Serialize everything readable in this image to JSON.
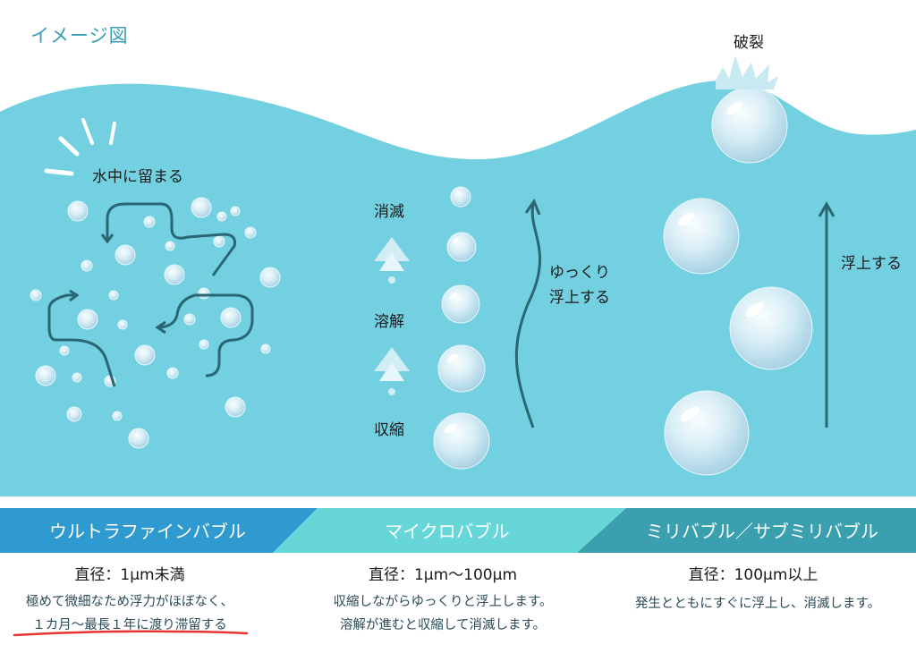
{
  "title": "イメージ図",
  "scene": {
    "stay_label": "水中に留まる",
    "disappear_label": "消滅",
    "dissolve_label": "溶解",
    "shrink_label": "収縮",
    "slow_rise_line1": "ゆっくり",
    "slow_rise_line2": "浮上する",
    "burst_label": "破裂",
    "rise_label": "浮上する"
  },
  "columns": [
    {
      "name": "ウルトラファインバブル",
      "diameter": "直径：1μm未満",
      "desc_line1": "極めて微細なため浮力がほぼなく、",
      "desc_line2": "１カ月～最長１年に渡り滞留する",
      "color": "#2f9ad0"
    },
    {
      "name": "マイクロバブル",
      "diameter": "直径：1μm～100μm",
      "desc_line1": "収縮しながらゆっくりと浮上します。",
      "desc_line2": "溶解が進むと収縮して消滅します。",
      "color": "#67d6d9"
    },
    {
      "name": "ミリバブル／サブミリバブル",
      "diameter": "直径：100μm以上",
      "desc_line1": "発生とともにすぐに浮上し、消滅します。",
      "color": "#3a9fae"
    }
  ],
  "colors": {
    "water": "#72d0e1",
    "arrow": "#2a6674",
    "underline": "#e8332f"
  }
}
